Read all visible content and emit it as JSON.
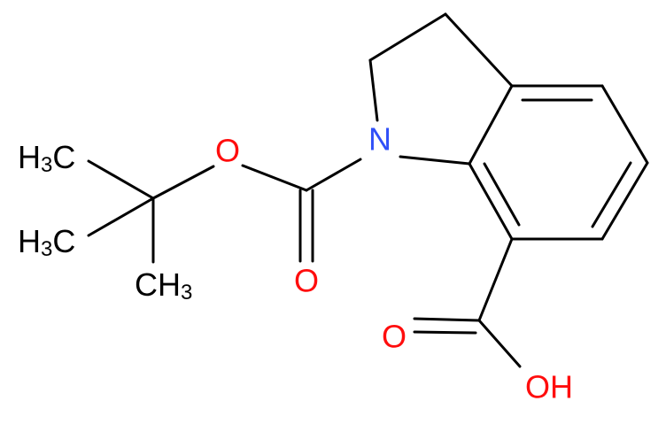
{
  "molecule": {
    "atoms": {
      "n1": {
        "label": "N",
        "color": "#3050f8"
      },
      "o_ester": {
        "label": "O",
        "color": "#ff0d0d"
      },
      "o_carbonyl_boc": {
        "label": "O",
        "color": "#ff0d0d"
      },
      "o_carbonyl_acid": {
        "label": "O",
        "color": "#ff0d0d"
      },
      "oh_acid": {
        "label": "OH",
        "color": "#ff0d0d"
      },
      "methyl_top": {
        "label": "H",
        "sub": "3",
        "suffix": "C",
        "color": "#000000"
      },
      "methyl_mid": {
        "label": "H",
        "sub": "3",
        "suffix": "C",
        "color": "#000000"
      },
      "methyl_bottom": {
        "label": "CH",
        "sub": "3",
        "color": "#000000"
      }
    },
    "bond_color": "#000000"
  }
}
